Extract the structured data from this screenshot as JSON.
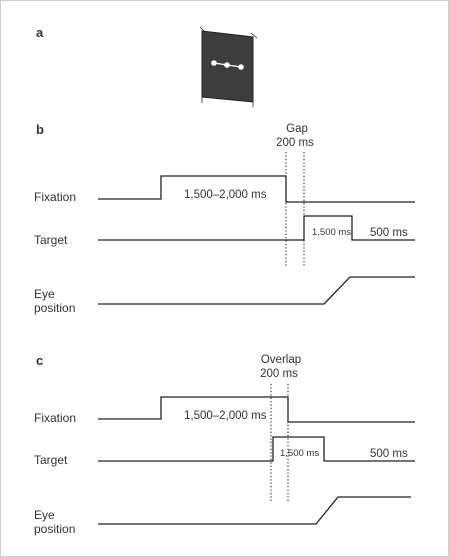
{
  "panels": [
    {
      "id": "a",
      "label": "a"
    },
    {
      "id": "b",
      "label": "b",
      "condition_label": "Gap",
      "condition_time": "200 ms",
      "rows": {
        "fixation": "Fixation",
        "target": "Target",
        "eye_line1": "Eye",
        "eye_line2": "position"
      },
      "fixation_duration": "1,500–2,000 ms",
      "target_duration": "1,500 ms",
      "post_duration": "500 ms"
    },
    {
      "id": "c",
      "label": "c",
      "condition_label": "Overlap",
      "condition_time": "200 ms",
      "rows": {
        "fixation": "Fixation",
        "target": "Target",
        "eye_line1": "Eye",
        "eye_line2": "position"
      },
      "fixation_duration": "1,500–2,000 ms",
      "target_duration": "1,500 ms",
      "post_duration": "500 ms"
    }
  ],
  "colors": {
    "trace": "#222222",
    "screen": "#3d3d3d",
    "frame": "#cfcfcf"
  }
}
